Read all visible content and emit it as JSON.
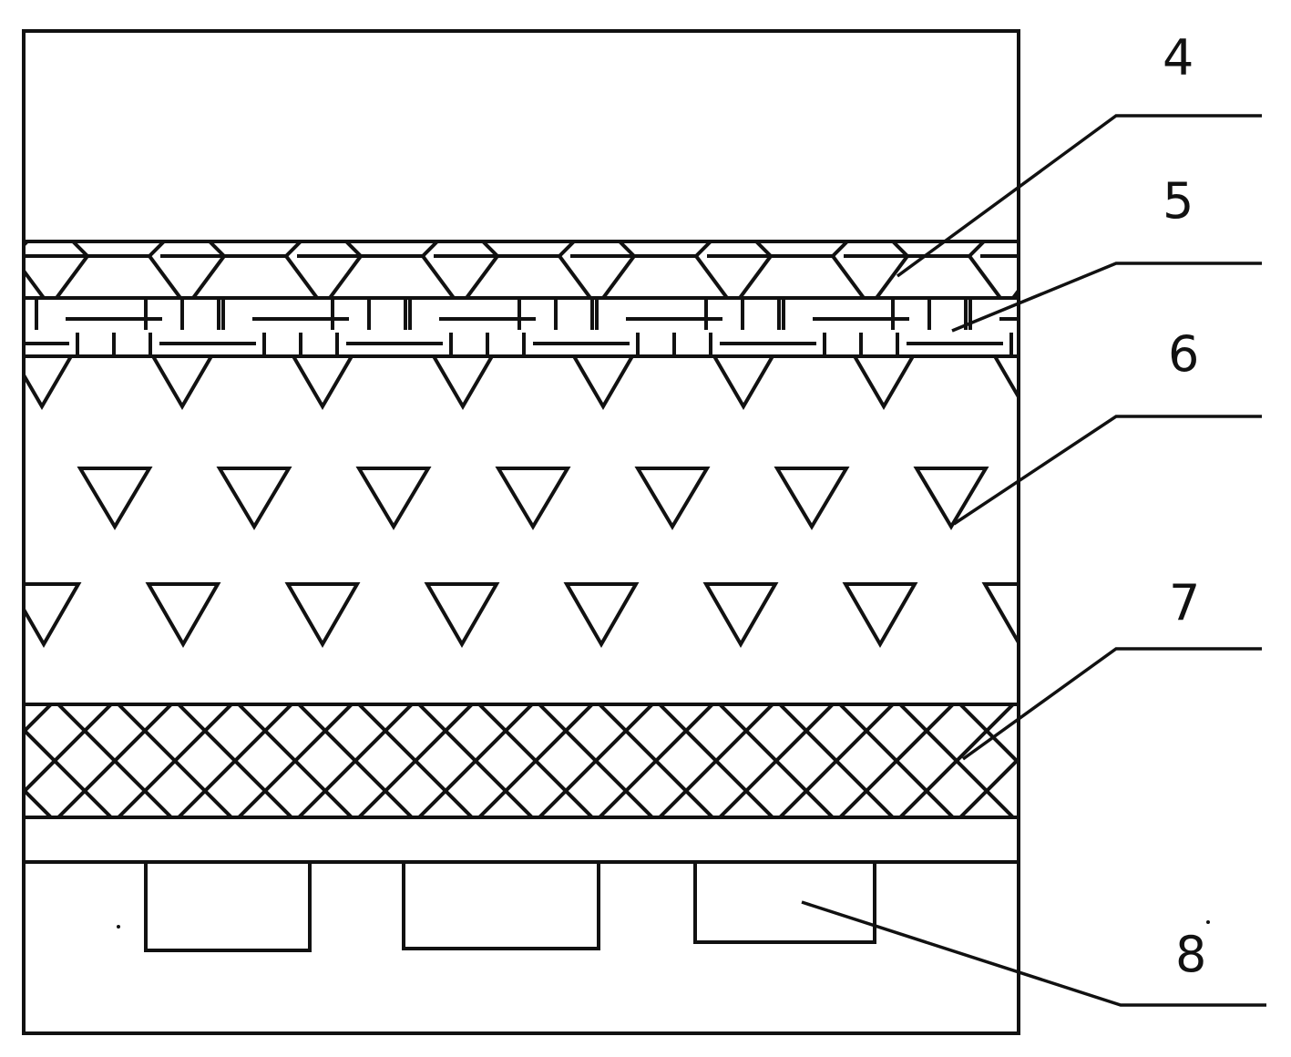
{
  "labels": {
    "layer4": "4",
    "layer5": "5",
    "layer6": "6",
    "layer7": "7",
    "layer8": "8"
  },
  "colors": {
    "line": "#111111",
    "background": "#ffffff"
  }
}
